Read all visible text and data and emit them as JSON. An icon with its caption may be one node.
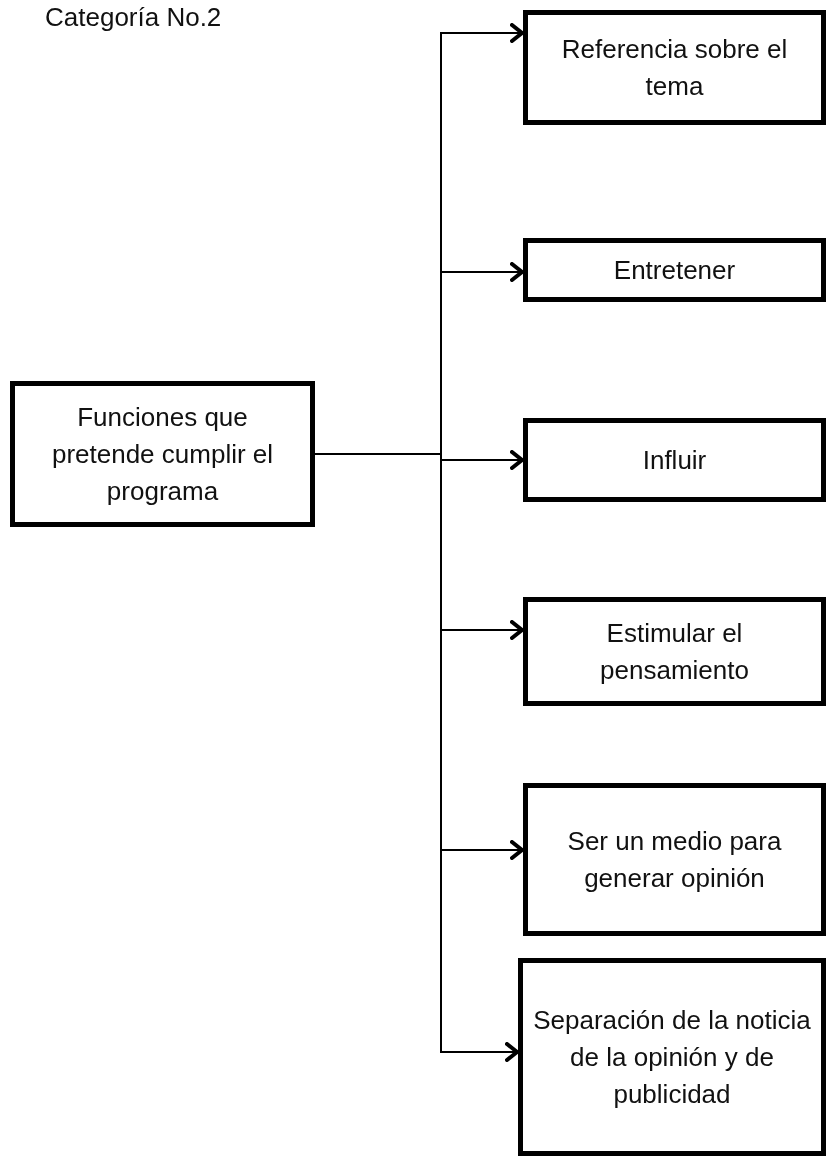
{
  "diagram": {
    "title": "Categoría No.2",
    "nodes": [
      {
        "text": [
          "Funciones que pretende cumplir el programa"
        ]
      },
      {
        "text": [
          "Referencia sobre el tema"
        ]
      },
      {
        "text": [
          "Entretener"
        ]
      },
      {
        "text": [
          "Influir"
        ]
      },
      {
        "text": [
          "Estimular el pensamiento"
        ]
      },
      {
        "text": [
          "Ser un medio para generar opinión"
        ]
      },
      {
        "text": [
          "Separación de la noticia de la opinión y de publicidad"
        ]
      }
    ],
    "edges": [
      {
        "from": 0,
        "to": 1,
        "arrow": "to"
      },
      {
        "from": 0,
        "to": 2,
        "arrow": "to"
      },
      {
        "from": 0,
        "to": 3,
        "arrow": "to"
      },
      {
        "from": 0,
        "to": 4,
        "arrow": "to"
      },
      {
        "from": 0,
        "to": 5,
        "arrow": "to"
      },
      {
        "from": 0,
        "to": 6,
        "arrow": "to"
      }
    ]
  }
}
